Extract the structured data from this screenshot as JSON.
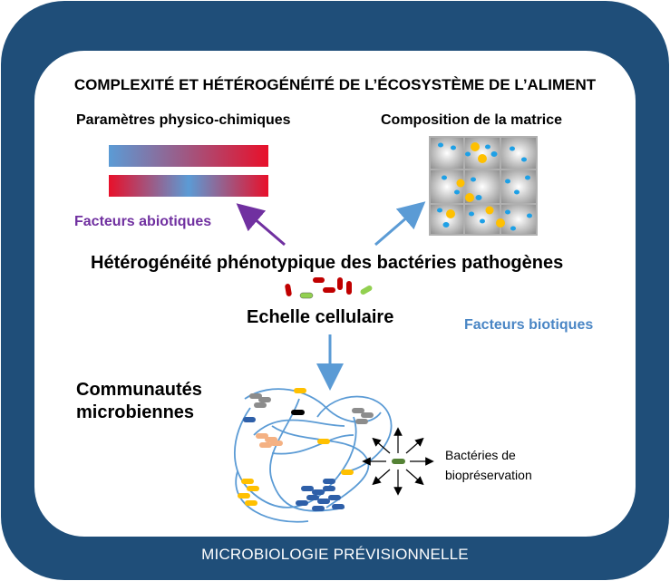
{
  "title": "COMPLEXITÉ ET HÉTÉROGÉNÉITÉ DE L’ÉCOSYSTÈME DE L’ALIMENT",
  "physchem_title": "Paramètres physico-chimiques",
  "matrix_title": "Composition de la matrice",
  "abiotic_label": "Facteurs abiotiques",
  "biotic_label": "Facteurs biotiques",
  "heterogeneity_text": "Hétérogénéité phénotypique des bactéries pathogènes",
  "cell_scale_text": "Echelle cellulaire",
  "communities_text": "Communautés microbiennes",
  "bioprotection_text": "Bactéries de biopréservation",
  "footer_title": "MICROBIOLOGIE PRÉVISIONNELLE",
  "colors": {
    "frame": "#1f4e79",
    "abiotic": "#7030a0",
    "biotic": "#4a86c5",
    "gradient_red": "#e8102a",
    "gradient_blue": "#5b9bd5",
    "droplet_blue": "#1ea0e6",
    "droplet_yellow": "#ffc000"
  },
  "icons": [
    "gradient-bar-icon",
    "matrix-grid-icon",
    "bacteria-icon",
    "network-icon",
    "radiating-arrows-icon"
  ]
}
